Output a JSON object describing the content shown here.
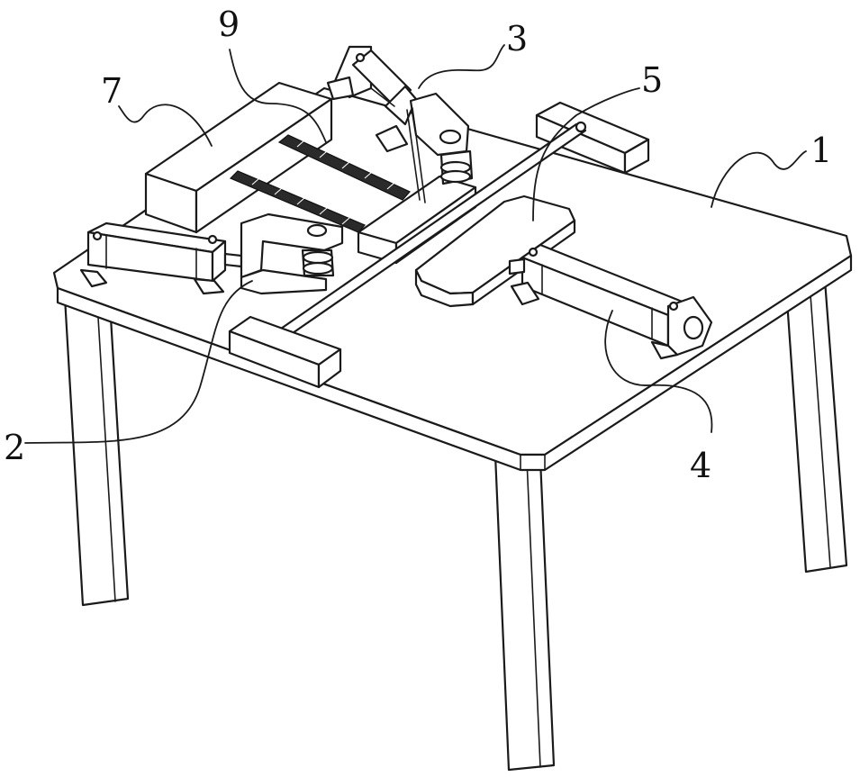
{
  "labels": {
    "l1": "1",
    "l2": "2",
    "l3": "3",
    "l4": "4",
    "l5": "5",
    "l7": "7",
    "l9": "9"
  }
}
